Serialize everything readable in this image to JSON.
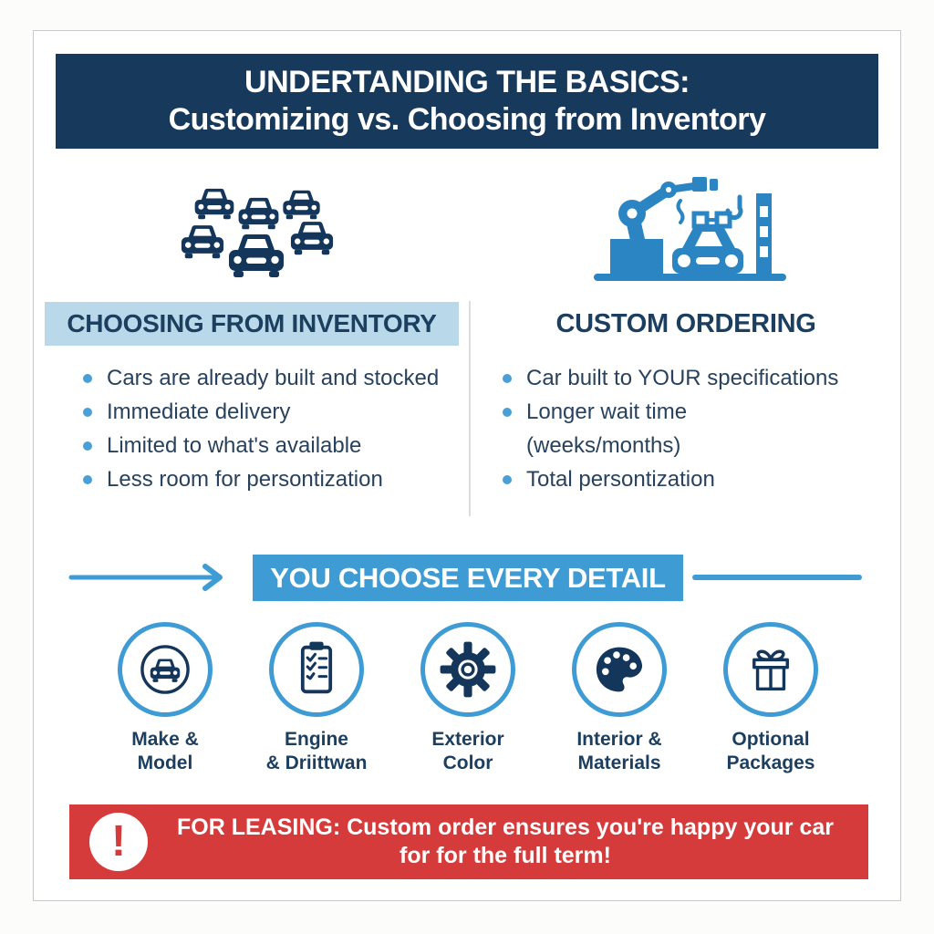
{
  "header": {
    "line1": "UNDERTANDING THE BASICS:",
    "line2": "Customizing vs. Choosing from Inventory"
  },
  "columns": {
    "inventory": {
      "icon": "car-fleet-icon",
      "heading": "CHOOSING FROM INVENTORY",
      "bullets": [
        "Cars are already built and stocked",
        "Immediate delivery",
        "Limited to what's available",
        "Less room for persontization"
      ]
    },
    "custom": {
      "icon": "assembly-line-robot-icon",
      "heading": "CUSTOM ORDERING",
      "bullets": [
        "Car built to YOUR specifications",
        "Longer wait time\n(weeks/months)",
        "Total persontization"
      ]
    }
  },
  "detail_banner": {
    "label": "YOU CHOOSE EVERY DETAIL",
    "left_icon": "arrow-right-icon",
    "right_icon": "horizontal-line"
  },
  "features": [
    {
      "icon": "car-icon",
      "label": "Make &\nModel"
    },
    {
      "icon": "checklist-icon",
      "label": "Engine\n& Driittwan"
    },
    {
      "icon": "gear-icon",
      "label": "Exterior\nColor"
    },
    {
      "icon": "palette-icon",
      "label": "Interior &\nMaterials"
    },
    {
      "icon": "gift-icon",
      "label": "Optional\nPackages"
    }
  ],
  "warning": {
    "icon": "exclamation-icon",
    "line1": "FOR LEASING: Custom order ensures you're happy your car",
    "line2": "for for the full term!"
  },
  "colors": {
    "header_navy": "#17395c",
    "accent_blue": "#3e9bd4",
    "highlight_light_blue": "#b9d9ea",
    "warning_red": "#d63b3b",
    "icon_navy": "#14365a",
    "robot_blue": "#2b85c2"
  }
}
